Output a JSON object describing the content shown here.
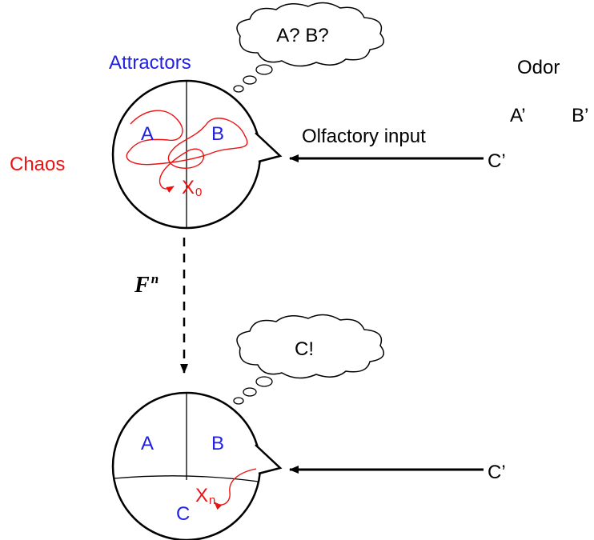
{
  "labels": {
    "attractors": "Attractors",
    "chaos": "Chaos",
    "odor": "Odor",
    "odor_a": "A’",
    "odor_b": "B’",
    "odor_c_top": "C’",
    "odor_c_bottom": "C’",
    "olfactory_input": "Olfactory input",
    "thought_top": "A? B?",
    "thought_bottom": "C!",
    "map_symbol": "F",
    "map_exponent": "n"
  },
  "top_circle": {
    "region_a": "A",
    "region_b": "B",
    "state_symbol": "X",
    "state_subscript": "0"
  },
  "bottom_circle": {
    "region_a": "A",
    "region_b": "B",
    "region_c": "C",
    "state_symbol": "X",
    "state_subscript": "n"
  },
  "colors": {
    "attractor_blue": "#1f1fe6",
    "chaos_red": "#ee1111",
    "line": "#000000"
  }
}
